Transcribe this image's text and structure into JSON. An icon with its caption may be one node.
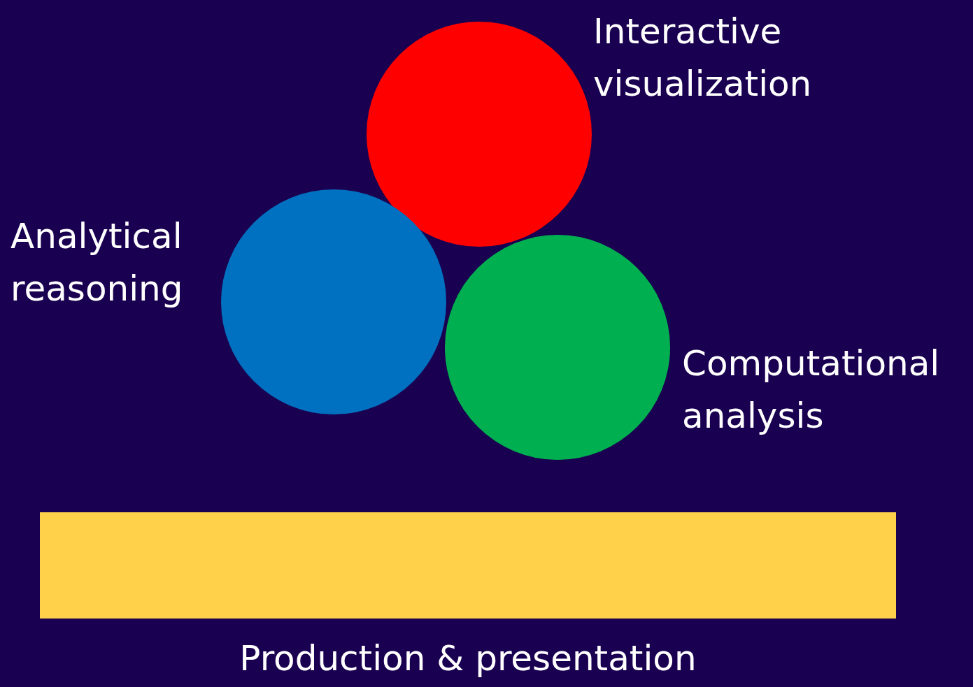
{
  "diagram": {
    "nodes": [
      {
        "text": [
          "Interactive visualization"
        ]
      },
      {
        "text": [
          "Analytical reasoning"
        ]
      },
      {
        "text": [
          "Computational analysis"
        ]
      },
      {
        "text": [
          "Production & presentation"
        ]
      }
    ]
  }
}
